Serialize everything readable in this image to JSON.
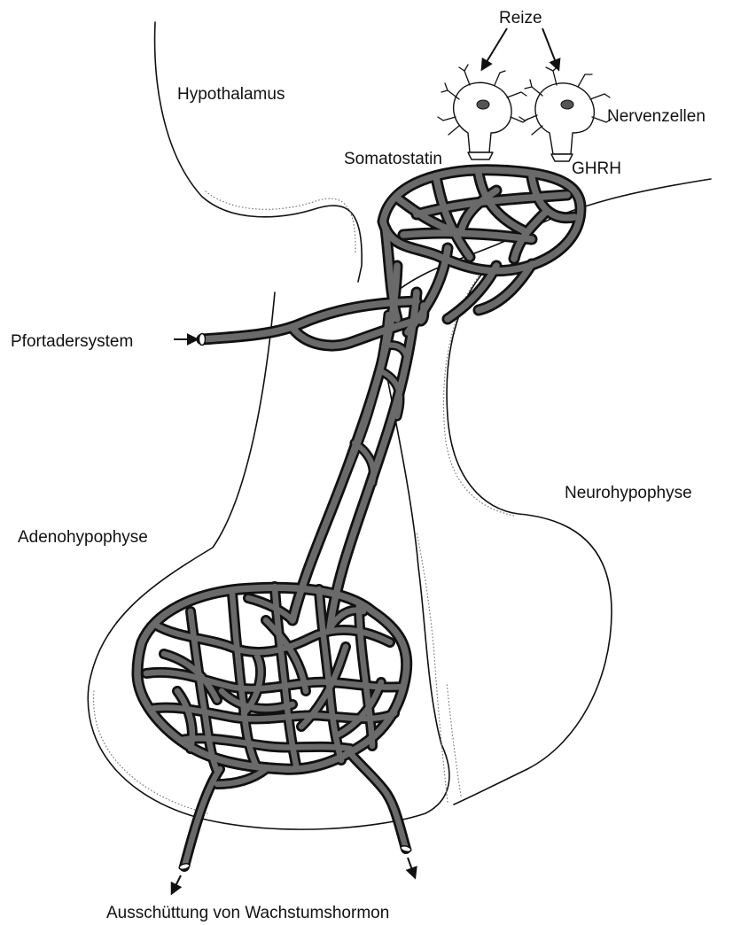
{
  "labels": {
    "hypothalamus": "Hypothalamus",
    "reize": "Reize",
    "nervenzellen": "Nervenzellen",
    "somatostatin": "Somatostatin",
    "ghrh": "GHRH",
    "pfortadersystem": "Pfortadersystem",
    "neurohypophyse": "Neurohypophyse",
    "adenohypophyse": "Adenohypophyse",
    "ausschuettung": "Ausschüttung von Wachstumshormon"
  },
  "colors": {
    "ink": "#111111",
    "vessel_fill": "#6a6a6a",
    "background": "#ffffff"
  }
}
